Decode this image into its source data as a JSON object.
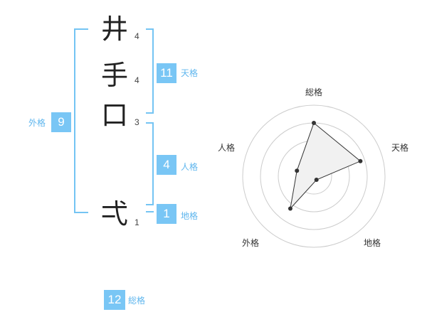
{
  "name": {
    "chars": [
      {
        "char": "井",
        "strokes": "4"
      },
      {
        "char": "手",
        "strokes": "4"
      },
      {
        "char": "口",
        "strokes": "3"
      },
      {
        "char": "弌",
        "strokes": "1"
      }
    ]
  },
  "fortune": {
    "tenkaku": {
      "value": "11",
      "label": "天格"
    },
    "jinkaku": {
      "value": "4",
      "label": "人格"
    },
    "chikaku": {
      "value": "1",
      "label": "地格"
    },
    "gaikaku": {
      "value": "9",
      "label": "外格"
    },
    "soukaku": {
      "value": "12",
      "label": "総格"
    }
  },
  "chart_data": {
    "type": "radar",
    "axes": [
      "総格",
      "天格",
      "地格",
      "外格",
      "人格"
    ],
    "values": [
      12,
      11,
      1,
      9,
      4
    ],
    "rings": 4,
    "colors": {
      "fill": "#f1f1f1",
      "stroke": "#333333",
      "grid": "#cccccc"
    }
  }
}
